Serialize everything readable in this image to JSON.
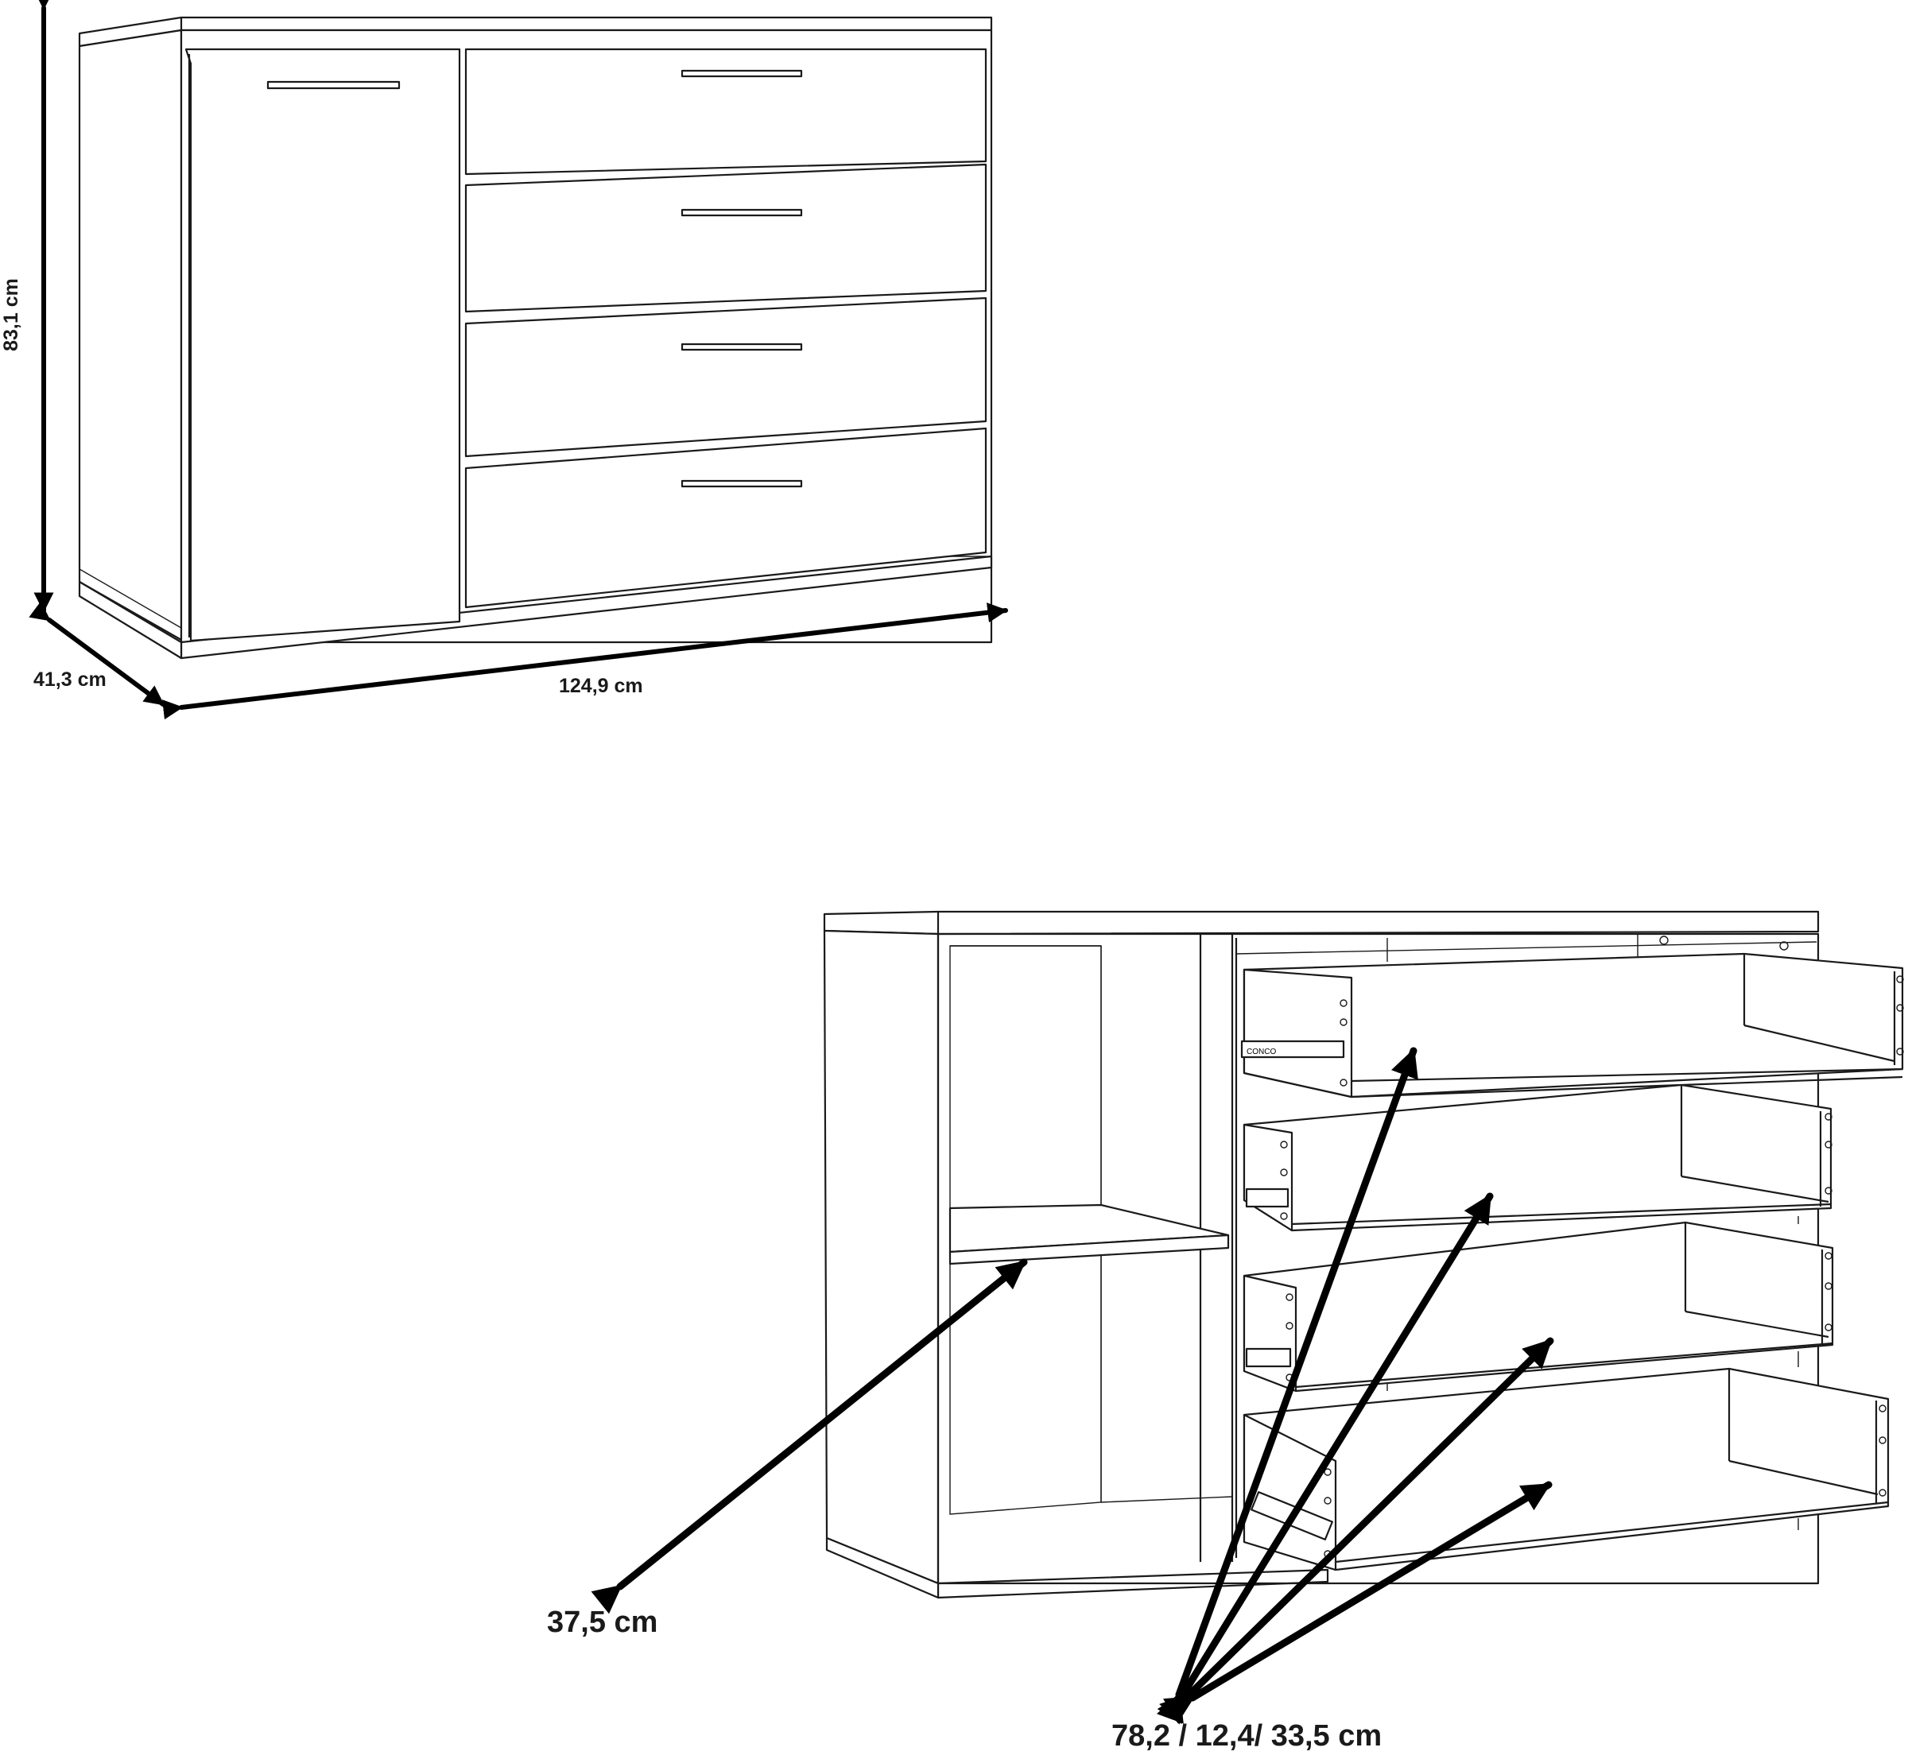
{
  "diagram": {
    "closed_view": {
      "height_label": "83,1 cm",
      "depth_label": "41,3 cm",
      "width_label": "124,9 cm",
      "door_count": 1,
      "drawer_count": 4
    },
    "open_view": {
      "shelf_depth_label": "37,5 cm",
      "drawer_label": "78,2 / 12,4/ 33,5 cm",
      "drawer_count": 4,
      "slide_brand": "CONCO"
    }
  }
}
